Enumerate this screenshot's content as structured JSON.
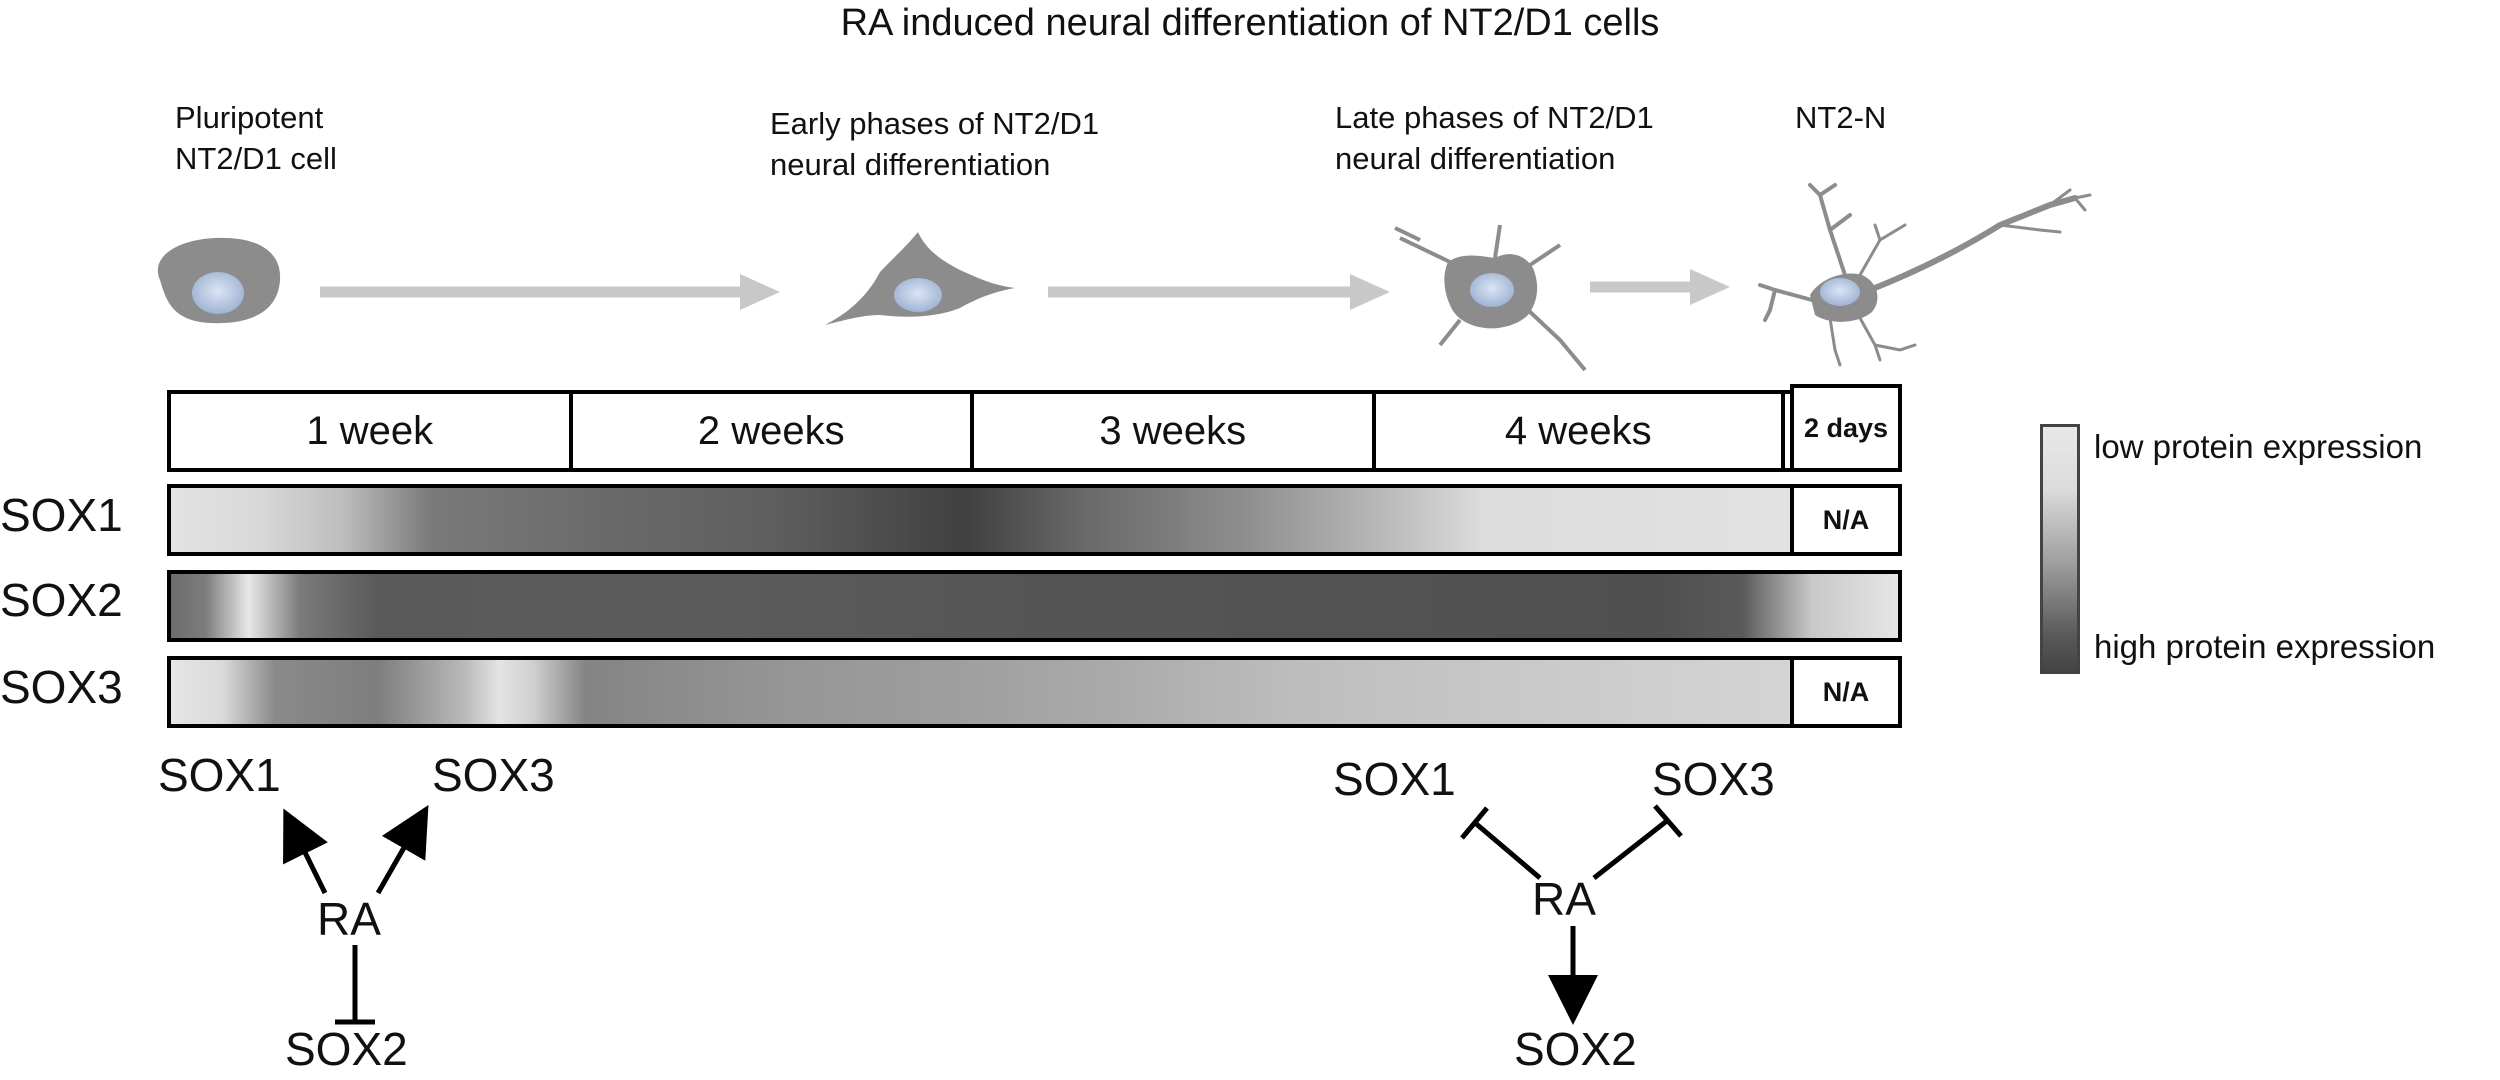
{
  "title": "RA induced neural differentiation of NT2/D1 cells",
  "stages": [
    {
      "line1": "Pluripotent",
      "line2": "NT2/D1 cell"
    },
    {
      "line1": "Early phases of NT2/D1",
      "line2": "neural differentiation"
    },
    {
      "line1": "Late phases of NT2/D1",
      "line2": "neural differentiation"
    },
    {
      "line1": "NT2-N",
      "line2": ""
    }
  ],
  "timeline": {
    "weeks": [
      "1 week",
      "2 weeks",
      "3 weeks",
      "4 weeks"
    ],
    "final": "2 days"
  },
  "proteins": [
    {
      "label": "SOX1",
      "final": "N/A"
    },
    {
      "label": "SOX2",
      "final": ""
    },
    {
      "label": "SOX3",
      "final": "N/A"
    }
  ],
  "legend": {
    "low": "low protein expression",
    "high": "high protein expression"
  },
  "regulation_early": {
    "top_left": "SOX1",
    "top_right": "SOX3",
    "center": "RA",
    "bottom": "SOX2"
  },
  "regulation_late": {
    "top_left": "SOX1",
    "top_right": "SOX3",
    "center": "RA",
    "bottom": "SOX2"
  },
  "colors": {
    "cell_body": "#8c8c8c",
    "nucleus": "#a9b8d4",
    "arrow": "#c8c8c8"
  }
}
